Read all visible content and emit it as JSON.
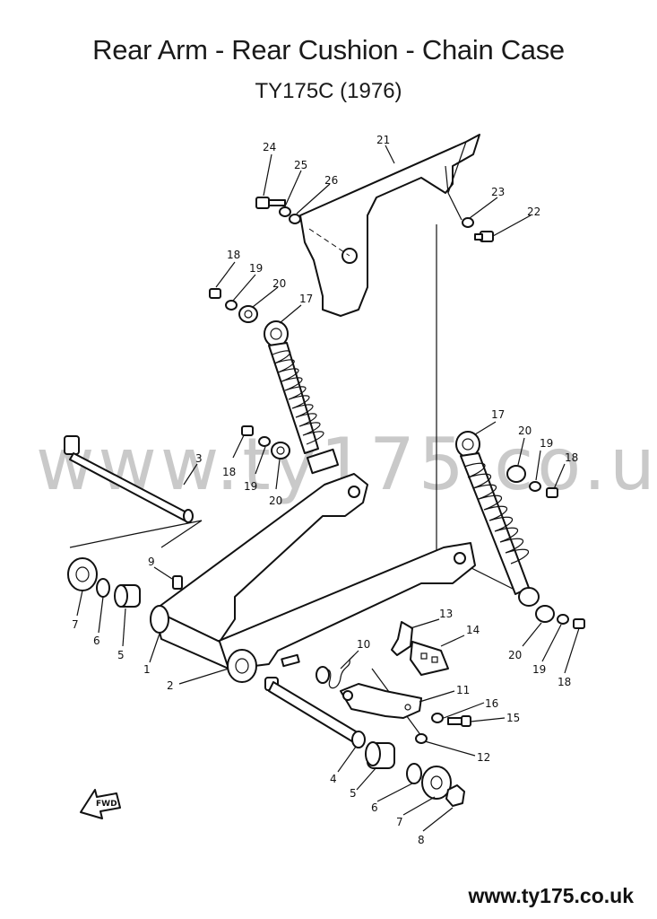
{
  "header": {
    "title": "Rear Arm - Rear Cushion - Chain Case",
    "subtitle": "TY175C (1976)"
  },
  "watermark": "www.ty175.co.uk",
  "footer": {
    "url": "www.ty175.co.uk"
  },
  "fwd_label": "FWD",
  "callouts": {
    "n24": "24",
    "n25": "25",
    "n26": "26",
    "n21": "21",
    "n23": "23",
    "n22": "22",
    "n18a": "18",
    "n19a": "19",
    "n20a": "20",
    "n17a": "17",
    "n3": "3",
    "n18b": "18",
    "n19b": "19",
    "n20b": "20",
    "n17b": "17",
    "n20c": "20",
    "n19c": "19",
    "n18c": "18",
    "n9": "9",
    "n7a": "7",
    "n6a": "6",
    "n5a": "5",
    "n1": "1",
    "n2": "2",
    "n10": "10",
    "n13": "13",
    "n14": "14",
    "n11": "11",
    "n16": "16",
    "n15": "15",
    "n12": "12",
    "n20d": "20",
    "n19d": "19",
    "n18d": "18",
    "n4": "4",
    "n5b": "5",
    "n6b": "6",
    "n7b": "7",
    "n8": "8"
  },
  "colors": {
    "ink": "#111111",
    "watermark": "#8a8a8a",
    "paper": "#ffffff"
  }
}
